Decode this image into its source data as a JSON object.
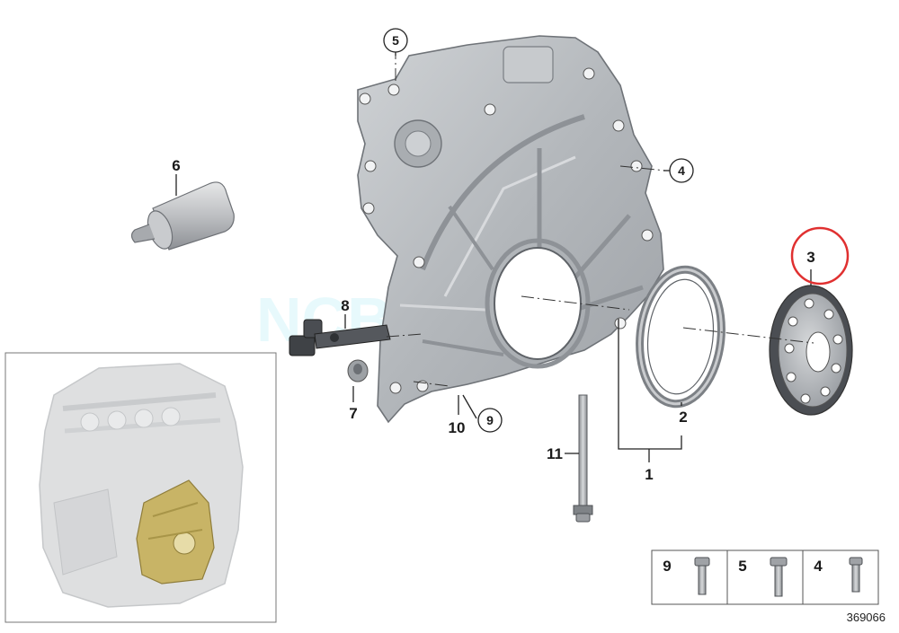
{
  "diagram_id": "369066",
  "watermark_text": "NCB M",
  "colors": {
    "cast_metal": "#b9bcc0",
    "metal_dark": "#8b8f94",
    "metal_light": "#e2e4e6",
    "highlight_part": "#c8b466",
    "highlight_circle": "#e03030",
    "engine_ghost": "#dedfe0"
  },
  "callouts": {
    "c1": "1",
    "c2": "2",
    "c3": "3",
    "c4": "4",
    "c5": "5",
    "c6": "6",
    "c7": "7",
    "c8": "8",
    "c9": "9",
    "c10": "10",
    "c11": "11"
  },
  "highlighted_callout": "3",
  "bolt_table": {
    "cells": [
      {
        "number": "9",
        "icon": "bolt-icon"
      },
      {
        "number": "5",
        "icon": "bolt-icon"
      },
      {
        "number": "4",
        "icon": "bolt-icon"
      }
    ]
  }
}
